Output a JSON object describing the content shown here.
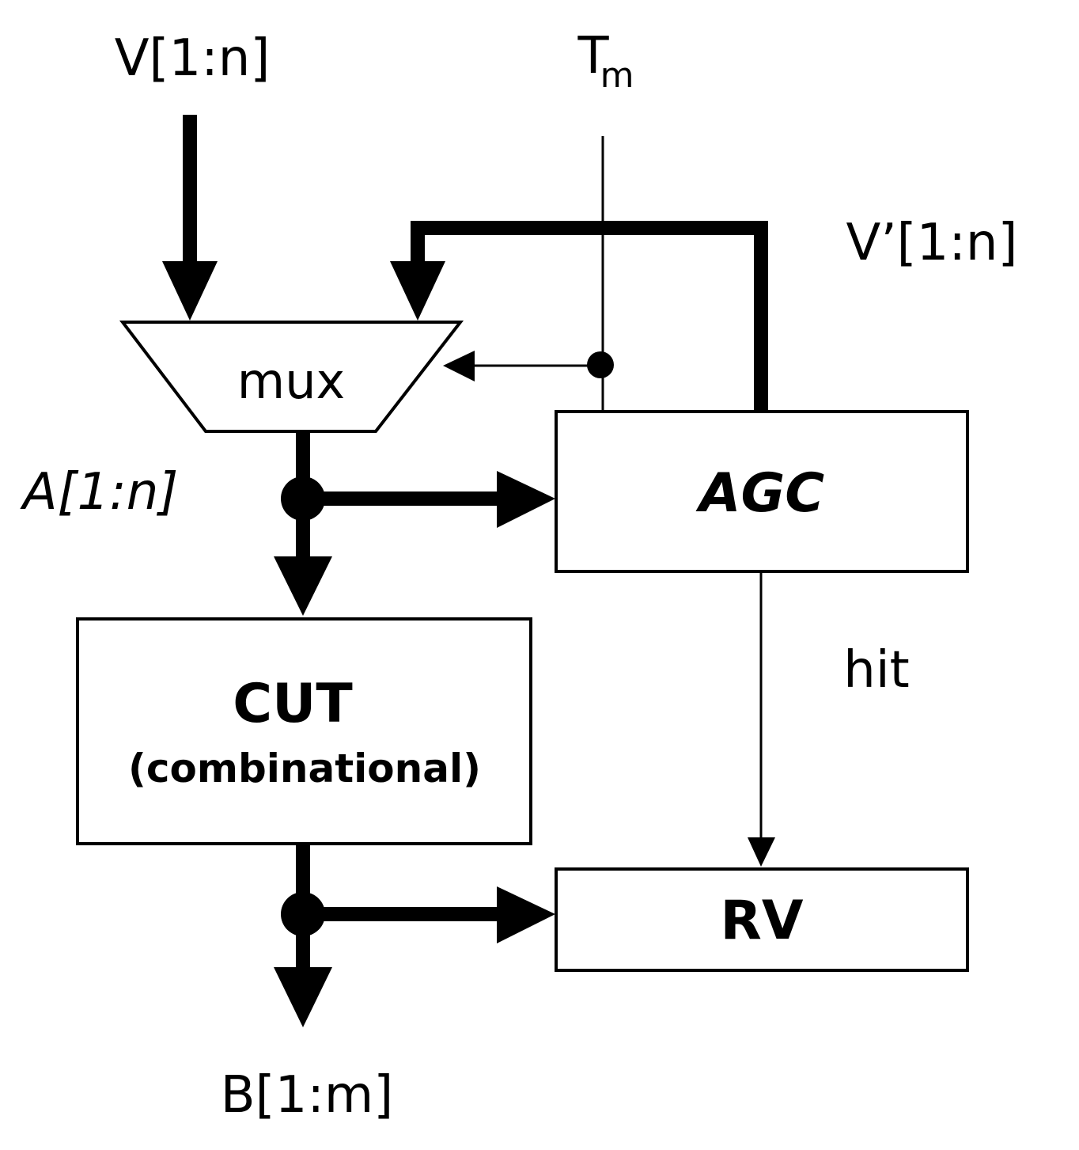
{
  "labels": {
    "v_in": "V[1:n]",
    "tm_main": "T",
    "tm_sub": "m",
    "v_prime": "V’[1:n]",
    "a_bus": "A[1:n]",
    "hit": "hit",
    "b_out": "B[1:m]"
  },
  "blocks": {
    "mux": "mux",
    "agc": "AGC",
    "cut_title": "CUT",
    "cut_sub": "(combinational)",
    "rv": "RV"
  }
}
